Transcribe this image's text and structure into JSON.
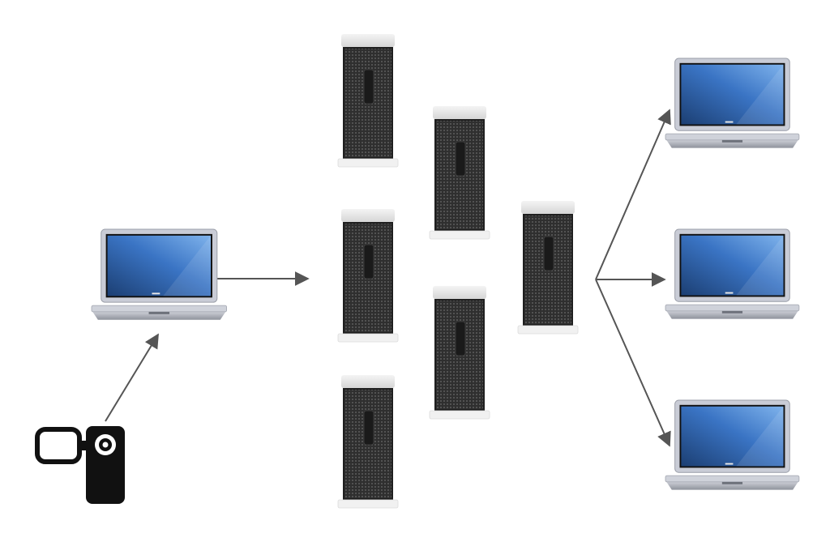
{
  "diagram": {
    "background": "#ffffff",
    "arrow_color": "#555555",
    "icons": {
      "camera": "video-camera-icon",
      "laptop": "laptop-icon",
      "server": "server-tower-icon"
    },
    "colors": {
      "screen_dark": "#1c3f73",
      "screen_light": "#5d9be0",
      "laptop_body": "#c9ccd6",
      "server_mesh": "#3b3b3b",
      "server_cap": "#e8e8e8",
      "camera": "#111111"
    },
    "counts": {
      "source_camera": 1,
      "source_laptop": 1,
      "servers": 6,
      "client_laptops": 3
    }
  }
}
